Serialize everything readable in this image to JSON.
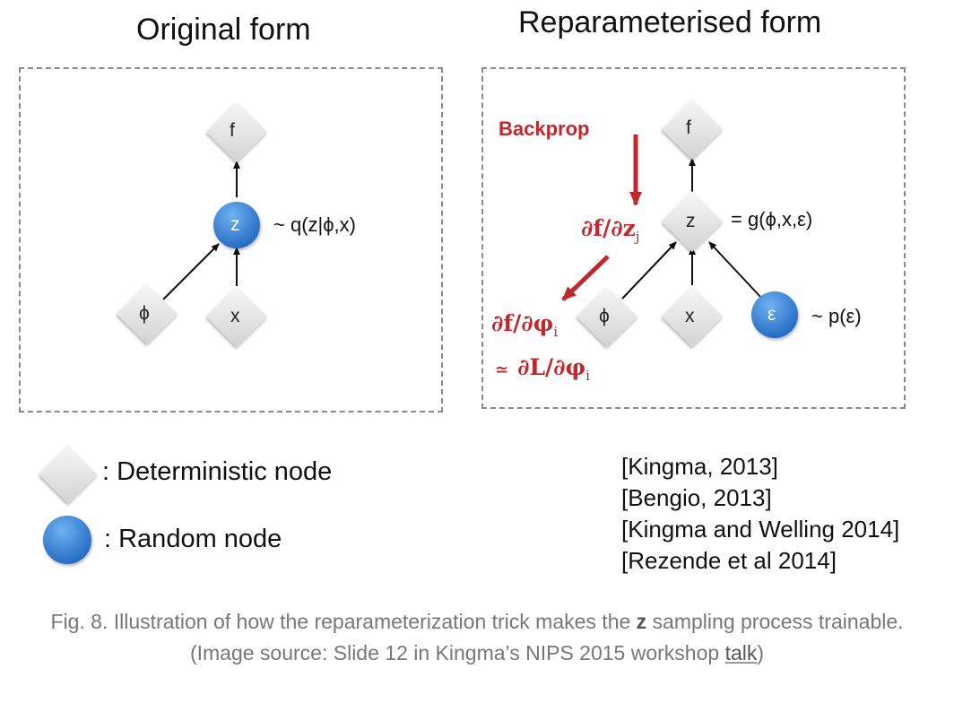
{
  "left_panel": {
    "title": "Original form",
    "nodes": {
      "f": "f",
      "z": "z",
      "phi": "ϕ",
      "x": "x"
    },
    "z_dist": "~ q(z|ϕ,x)"
  },
  "right_panel": {
    "title": "Reparameterised form",
    "nodes": {
      "f": "f",
      "z": "z",
      "phi": "ϕ",
      "x": "x",
      "eps": "ε"
    },
    "z_eq": "= g(ϕ,x,ε)",
    "eps_dist": "~ p(ε)",
    "backprop": "Backprop",
    "grad_z": {
      "main": "∂f/∂z",
      "sub": "j"
    },
    "grad_phi": {
      "main": "∂f/∂φ",
      "sub": "i"
    },
    "grad_L": {
      "prefix": "≃",
      "main": "∂L/∂φ",
      "sub": "i"
    }
  },
  "legend": {
    "deterministic": ": Deterministic node",
    "random": ": Random node"
  },
  "references": [
    "[Kingma, 2013]",
    "[Bengio, 2013]",
    "[Kingma and Welling 2014]",
    "[Rezende et al 2014]"
  ],
  "caption": {
    "part1": "Fig. 8. Illustration of how the reparameterization trick makes the ",
    "z": "z",
    "part2": " sampling process trainable.(Image source: Slide 12 in Kingma’s NIPS 2015 workshop ",
    "link": "talk",
    "part3": ")"
  },
  "colors": {
    "accent_red": "#c0282e",
    "node_blue": "#2b7fd4",
    "node_gray": "#e6e6e6",
    "dash_border": "#8a8a8a"
  }
}
